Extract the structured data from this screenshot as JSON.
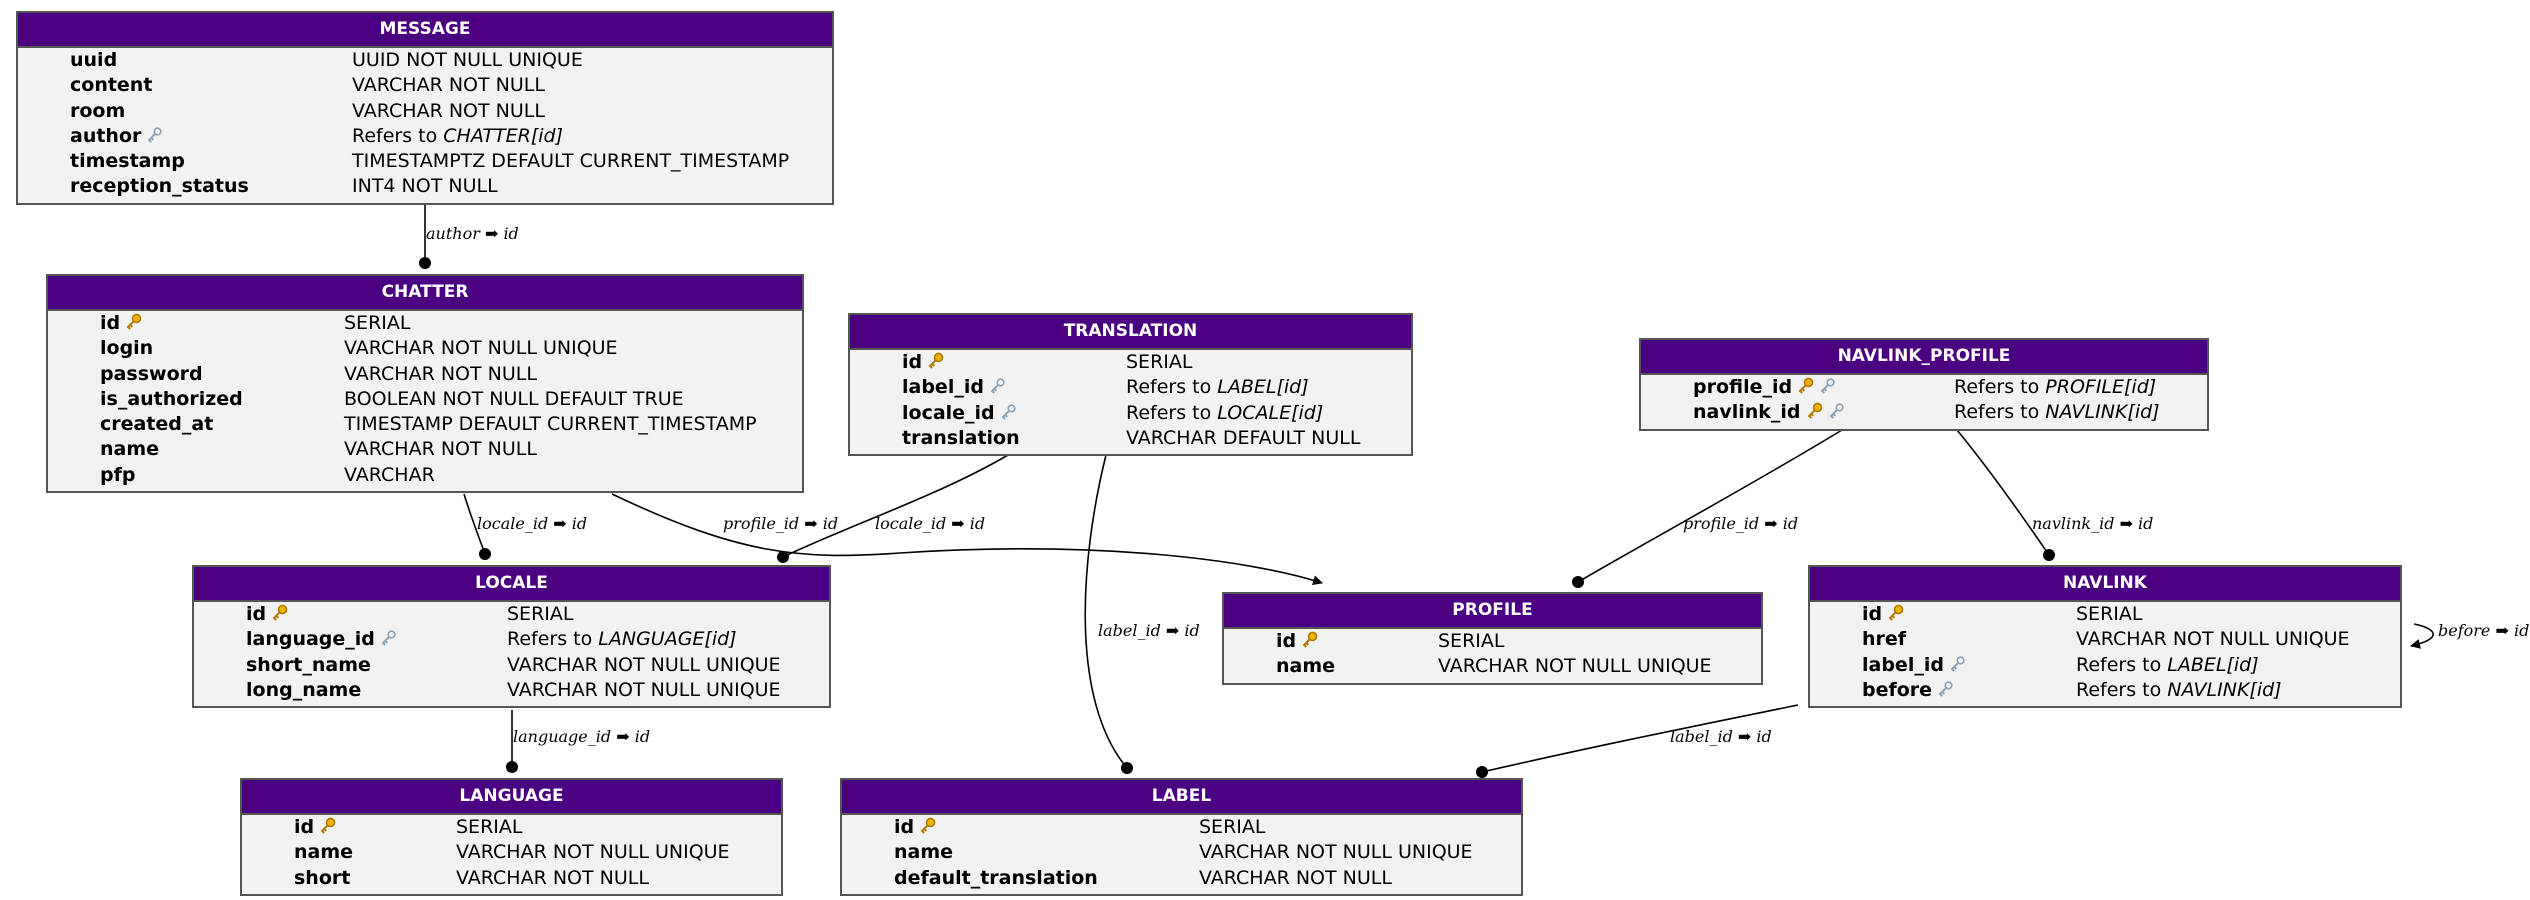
{
  "colors": {
    "header_bg": "#4b0082",
    "body_bg": "#f2f2f2",
    "primary_key": "#f0b400",
    "foreign_key": "#8aa0b4"
  },
  "tables": {
    "message": {
      "title": "MESSAGE",
      "rows": [
        {
          "name": "uuid",
          "type": "UUID NOT NULL UNIQUE",
          "keys": []
        },
        {
          "name": "content",
          "type": "VARCHAR NOT NULL",
          "keys": []
        },
        {
          "name": "room",
          "type": "VARCHAR NOT NULL",
          "keys": []
        },
        {
          "name": "author",
          "type_prefix": "Refers to ",
          "type_ref": "CHATTER[id]",
          "keys": [
            "foreign-key"
          ]
        },
        {
          "name": "timestamp",
          "type": "TIMESTAMPTZ DEFAULT CURRENT_TIMESTAMP",
          "keys": []
        },
        {
          "name": "reception_status",
          "type": "INT4 NOT NULL",
          "keys": []
        }
      ]
    },
    "chatter": {
      "title": "CHATTER",
      "rows": [
        {
          "name": "id",
          "type": "SERIAL",
          "keys": [
            "primary-key"
          ]
        },
        {
          "name": "login",
          "type": "VARCHAR NOT NULL UNIQUE",
          "keys": []
        },
        {
          "name": "password",
          "type": "VARCHAR NOT NULL",
          "keys": []
        },
        {
          "name": "is_authorized",
          "type": "BOOLEAN NOT NULL DEFAULT TRUE",
          "keys": []
        },
        {
          "name": "created_at",
          "type": "TIMESTAMP DEFAULT CURRENT_TIMESTAMP",
          "keys": []
        },
        {
          "name": "name",
          "type": "VARCHAR NOT NULL",
          "keys": []
        },
        {
          "name": "pfp",
          "type": "VARCHAR",
          "keys": []
        }
      ]
    },
    "translation": {
      "title": "TRANSLATION",
      "rows": [
        {
          "name": "id",
          "type": "SERIAL",
          "keys": [
            "primary-key"
          ]
        },
        {
          "name": "label_id",
          "type_prefix": "Refers to ",
          "type_ref": "LABEL[id]",
          "keys": [
            "foreign-key"
          ]
        },
        {
          "name": "locale_id",
          "type_prefix": "Refers to ",
          "type_ref": "LOCALE[id]",
          "keys": [
            "foreign-key"
          ]
        },
        {
          "name": "translation",
          "type": "VARCHAR DEFAULT NULL",
          "keys": []
        }
      ]
    },
    "navlink_profile": {
      "title": "NAVLINK_PROFILE",
      "rows": [
        {
          "name": "profile_id",
          "type_prefix": "Refers to ",
          "type_ref": "PROFILE[id]",
          "keys": [
            "primary-key",
            "foreign-key"
          ]
        },
        {
          "name": "navlink_id",
          "type_prefix": "Refers to ",
          "type_ref": "NAVLINK[id]",
          "keys": [
            "primary-key",
            "foreign-key"
          ]
        }
      ]
    },
    "locale": {
      "title": "LOCALE",
      "rows": [
        {
          "name": "id",
          "type": "SERIAL",
          "keys": [
            "primary-key"
          ]
        },
        {
          "name": "language_id",
          "type_prefix": "Refers to ",
          "type_ref": "LANGUAGE[id]",
          "keys": [
            "foreign-key"
          ]
        },
        {
          "name": "short_name",
          "type": "VARCHAR NOT NULL UNIQUE",
          "keys": []
        },
        {
          "name": "long_name",
          "type": "VARCHAR NOT NULL UNIQUE",
          "keys": []
        }
      ]
    },
    "profile": {
      "title": "PROFILE",
      "rows": [
        {
          "name": "id",
          "type": "SERIAL",
          "keys": [
            "primary-key"
          ]
        },
        {
          "name": "name",
          "type": "VARCHAR NOT NULL UNIQUE",
          "keys": []
        }
      ]
    },
    "navlink": {
      "title": "NAVLINK",
      "rows": [
        {
          "name": "id",
          "type": "SERIAL",
          "keys": [
            "primary-key"
          ]
        },
        {
          "name": "href",
          "type": "VARCHAR NOT NULL UNIQUE",
          "keys": []
        },
        {
          "name": "label_id",
          "type_prefix": "Refers to ",
          "type_ref": "LABEL[id]",
          "keys": [
            "foreign-key"
          ]
        },
        {
          "name": "before",
          "type_prefix": "Refers to ",
          "type_ref": "NAVLINK[id]",
          "keys": [
            "foreign-key"
          ]
        }
      ]
    },
    "language": {
      "title": "LANGUAGE",
      "rows": [
        {
          "name": "id",
          "type": "SERIAL",
          "keys": [
            "primary-key"
          ]
        },
        {
          "name": "name",
          "type": "VARCHAR NOT NULL UNIQUE",
          "keys": []
        },
        {
          "name": "short",
          "type": "VARCHAR NOT NULL",
          "keys": []
        }
      ]
    },
    "label": {
      "title": "LABEL",
      "rows": [
        {
          "name": "id",
          "type": "SERIAL",
          "keys": [
            "primary-key"
          ]
        },
        {
          "name": "name",
          "type": "VARCHAR NOT NULL UNIQUE",
          "keys": []
        },
        {
          "name": "default_translation",
          "type": "VARCHAR NOT NULL",
          "keys": []
        }
      ]
    }
  },
  "relationships": [
    {
      "id": "message-chatter",
      "label": "author ➡ id"
    },
    {
      "id": "chatter-locale",
      "label": "locale_id ➡ id"
    },
    {
      "id": "chatter-profile",
      "label": "profile_id ➡ id"
    },
    {
      "id": "translation-locale",
      "label": "locale_id ➡ id"
    },
    {
      "id": "translation-label",
      "label": "label_id ➡ id"
    },
    {
      "id": "navlinkprofile-profile",
      "label": "profile_id ➡ id"
    },
    {
      "id": "navlinkprofile-navlink",
      "label": "navlink_id ➡ id"
    },
    {
      "id": "locale-language",
      "label": "language_id ➡ id"
    },
    {
      "id": "navlink-label",
      "label": "label_id ➡ id"
    },
    {
      "id": "navlink-self",
      "label": "before ➡ id"
    }
  ]
}
